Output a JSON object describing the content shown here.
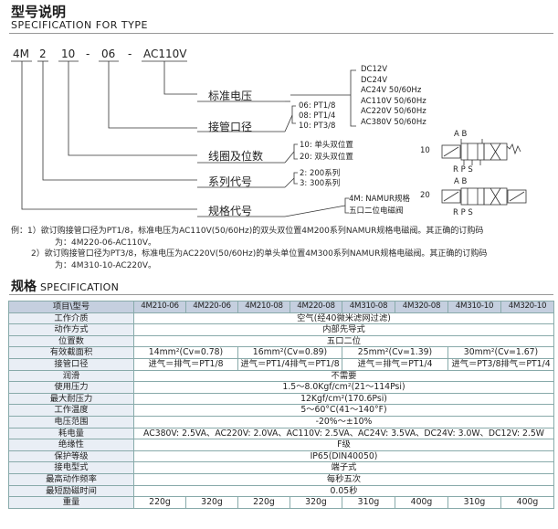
{
  "section1": {
    "title": "型号说明",
    "subtitle": "SPECIFICATION FOR TYPE"
  },
  "model_code": {
    "parts": [
      "4M",
      "2",
      "10",
      "-",
      "06",
      "-",
      "AC110V"
    ]
  },
  "categories": {
    "voltage": "标准电压",
    "port": "接管口径",
    "coil": "线圈及位数",
    "series": "系列代号",
    "spec": "规格代号"
  },
  "voltage_options": [
    "DC12V",
    "DC24V",
    "AC24V 50/60Hz",
    "AC110V 50/60Hz",
    "AC220V 50/60Hz",
    "AC380V 50/60Hz"
  ],
  "port_options": [
    "06: PT1/8",
    "08: PT1/4",
    "10: PT3/8"
  ],
  "coil_options": [
    "10: 单头双位置",
    "20: 双头双位置"
  ],
  "series_options": [
    "2: 200系列",
    "3: 300系列"
  ],
  "spec_options": [
    "4M: NAMUR规格",
    "五口二位电磁阀"
  ],
  "symbols": {
    "single": {
      "num": "10",
      "ports_top": "A   B",
      "ports_bottom": "R P S"
    },
    "double": {
      "num": "20",
      "ports_top": "A   B",
      "ports_bottom": "R P S"
    }
  },
  "notes": [
    "例：1）欲订购接管口径为PT1/8，标准电压为AC110V(50/60Hz)的双头双位置4M200系列NAMUR规格电磁阀。其正确的订购码",
    "为：4M220-06-AC110V。",
    "2）欲订购接管口径为PT3/8，标准电压为AC220V(50/60Hz)的单头单位置4M300系列NAMUR规格电磁阀。其正确的订购码",
    "为：4M310-10-AC220V。"
  ],
  "section2": {
    "title": "规格",
    "subtitle": "SPECIFICATION"
  },
  "table": {
    "header_label": "项目\\型号",
    "models": [
      "4M210-06",
      "4M220-06",
      "4M210-08",
      "4M220-08",
      "4M310-08",
      "4M320-08",
      "4M310-10",
      "4M320-10"
    ],
    "rows": [
      {
        "label": "工作介质",
        "cells": [
          "空气(经40微米滤网过滤)"
        ],
        "spans": [
          8
        ]
      },
      {
        "label": "动作方式",
        "cells": [
          "内部先导式"
        ],
        "spans": [
          8
        ]
      },
      {
        "label": "位置数",
        "cells": [
          "五口二位"
        ],
        "spans": [
          8
        ]
      },
      {
        "label": "有效截面积",
        "cells": [
          "14mm²(Cv=0.78)",
          "16mm²(Cv=0.89)",
          "25mm²(Cv=1.39)",
          "30mm²(Cv=1.67)"
        ],
        "spans": [
          2,
          2,
          2,
          2
        ]
      },
      {
        "label": "接管口径",
        "cells": [
          "进气＝排气＝PT1/8",
          "进气＝PT1/4排气＝PT1/8",
          "进气＝排气＝PT1/4",
          "进气＝PT3/8排气＝PT1/4"
        ],
        "spans": [
          2,
          2,
          2,
          2
        ]
      },
      {
        "label": "润滑",
        "cells": [
          "不需要"
        ],
        "spans": [
          8
        ]
      },
      {
        "label": "使用压力",
        "cells": [
          "1.5～8.0Kgf/cm²(21～114Psi)"
        ],
        "spans": [
          8
        ]
      },
      {
        "label": "最大耐压力",
        "cells": [
          "12Kgf/cm²(170.6Psi)"
        ],
        "spans": [
          8
        ]
      },
      {
        "label": "工作温度",
        "cells": [
          "5～60°C(41～140°F)"
        ],
        "spans": [
          8
        ]
      },
      {
        "label": "电压范围",
        "cells": [
          "-20%～±10%"
        ],
        "spans": [
          8
        ]
      },
      {
        "label": "耗电量",
        "cells": [
          "AC380V: 2.5VA、AC220V: 2.0VA、AC110V: 2.5VA、AC24V: 3.5VA、DC24V: 3.0W、DC12V: 2.5W"
        ],
        "spans": [
          8
        ]
      },
      {
        "label": "绝缘性",
        "cells": [
          "F级"
        ],
        "spans": [
          8
        ]
      },
      {
        "label": "保护等级",
        "cells": [
          "IP65(DIN40050)"
        ],
        "spans": [
          8
        ]
      },
      {
        "label": "接电型式",
        "cells": [
          "端子式"
        ],
        "spans": [
          8
        ]
      },
      {
        "label": "最高动作频率",
        "cells": [
          "每秒五次"
        ],
        "spans": [
          8
        ]
      },
      {
        "label": "最短励磁时间",
        "cells": [
          "0.05秒"
        ],
        "spans": [
          8
        ]
      },
      {
        "label": "重量",
        "cells": [
          "220g",
          "320g",
          "220g",
          "320g",
          "310g",
          "400g",
          "310g",
          "400g"
        ],
        "spans": [
          1,
          1,
          1,
          1,
          1,
          1,
          1,
          1
        ]
      }
    ]
  }
}
